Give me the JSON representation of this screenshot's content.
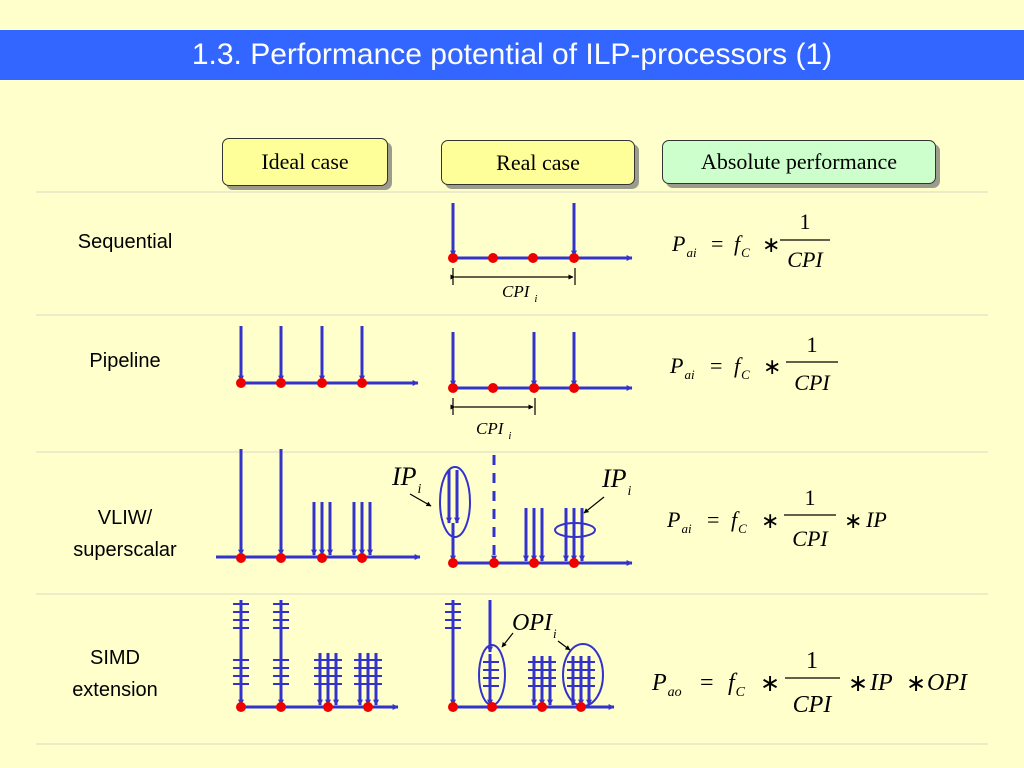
{
  "title": "1.3. Performance potential of ILP-processors (1)",
  "columns": {
    "ideal": "Ideal case",
    "real": "Real case",
    "absolute": "Absolute performance"
  },
  "rows": {
    "sequential": "Sequential",
    "pipeline": "Pipeline",
    "vliw_line1": "VLIW/",
    "vliw_line2": "superscalar",
    "simd_line1": "SIMD",
    "simd_line2": "extension"
  },
  "labels": {
    "cpi": "CPI",
    "cpi_sub": "i",
    "ip": "IP",
    "ip_sub": "i",
    "opi": "OPI",
    "opi_sub": "i"
  },
  "formulas": {
    "p": "P",
    "sub_ai": "ai",
    "sub_ao": "ao",
    "eq": "=",
    "f": "f",
    "f_sub": "C",
    "times": "∗",
    "one": "1",
    "cpi": "CPI",
    "ip": "IP",
    "opi": "OPI"
  },
  "colors": {
    "title_bar": "#3366ff",
    "background": "#ffffcc",
    "arrow": "#3333cc",
    "dot": "#ee0000",
    "ideal_box": "#ffff99",
    "real_box": "#ffff99",
    "absolute_box": "#ccffcc"
  }
}
